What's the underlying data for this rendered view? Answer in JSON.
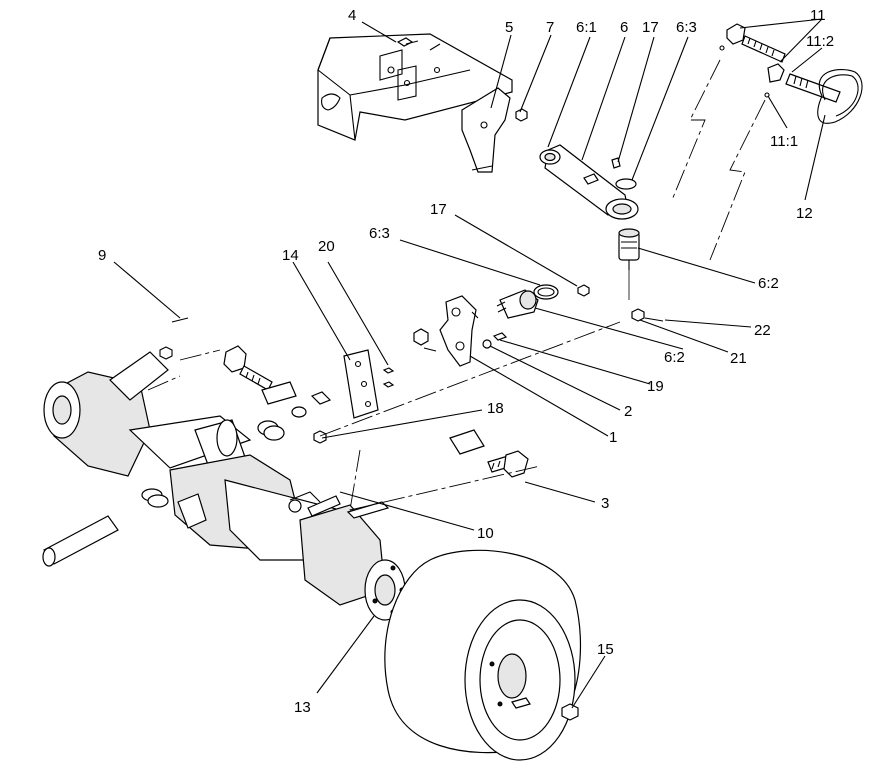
{
  "callouts": [
    {
      "id": "c4",
      "text": "4"
    },
    {
      "id": "c5",
      "text": "5"
    },
    {
      "id": "c7",
      "text": "7"
    },
    {
      "id": "c6_1",
      "text": "6:1"
    },
    {
      "id": "c6",
      "text": "6"
    },
    {
      "id": "c17a",
      "text": "17"
    },
    {
      "id": "c6_3a",
      "text": "6:3"
    },
    {
      "id": "c11",
      "text": "11"
    },
    {
      "id": "c11_2",
      "text": "11:2"
    },
    {
      "id": "c11_1",
      "text": "11:1"
    },
    {
      "id": "c12",
      "text": "12"
    },
    {
      "id": "c6_2a",
      "text": "6:2"
    },
    {
      "id": "c17b",
      "text": "17"
    },
    {
      "id": "c6_3b",
      "text": "6:3"
    },
    {
      "id": "c9",
      "text": "9"
    },
    {
      "id": "c14",
      "text": "14"
    },
    {
      "id": "c20",
      "text": "20"
    },
    {
      "id": "c22",
      "text": "22"
    },
    {
      "id": "c21",
      "text": "21"
    },
    {
      "id": "c6_2b",
      "text": "6:2"
    },
    {
      "id": "c19",
      "text": "19"
    },
    {
      "id": "c2",
      "text": "2"
    },
    {
      "id": "c1",
      "text": "1"
    },
    {
      "id": "c18",
      "text": "18"
    },
    {
      "id": "c3",
      "text": "3"
    },
    {
      "id": "c10",
      "text": "10"
    },
    {
      "id": "c13",
      "text": "13"
    },
    {
      "id": "c15",
      "text": "15"
    }
  ]
}
